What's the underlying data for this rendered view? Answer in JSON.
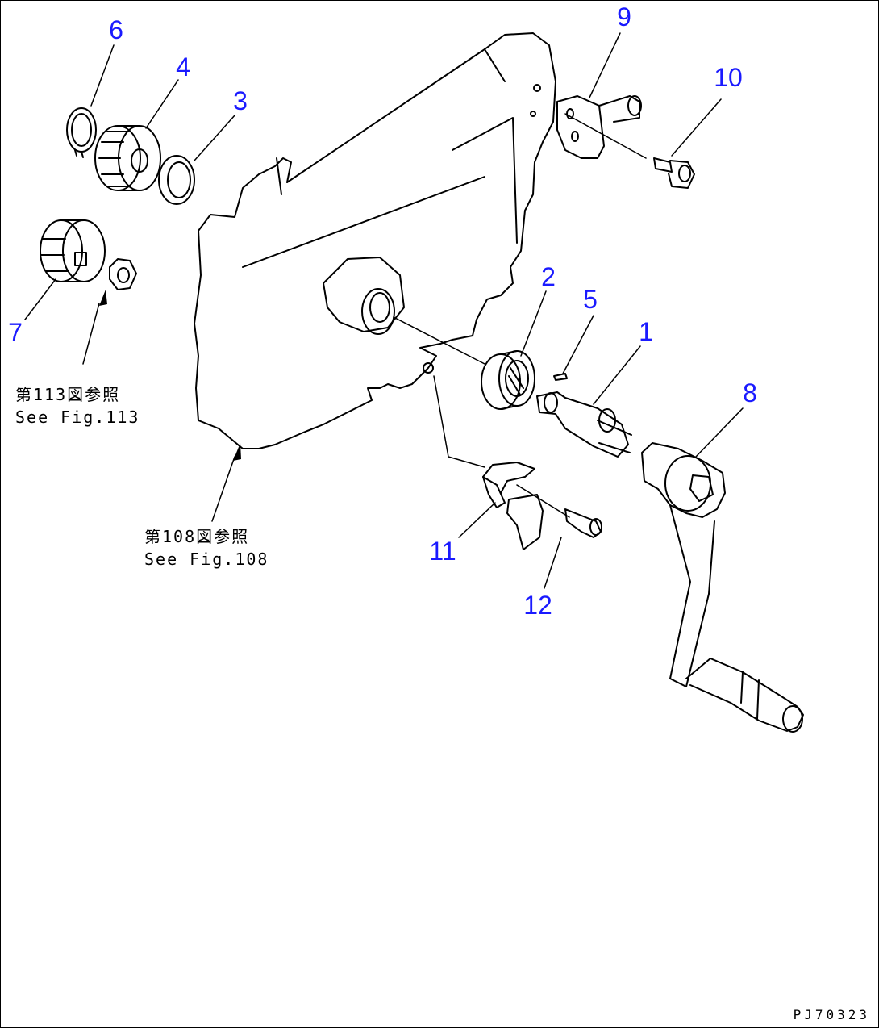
{
  "diagram": {
    "part_numbers": {
      "p1": "1",
      "p2": "2",
      "p3": "3",
      "p4": "4",
      "p5": "5",
      "p6": "6",
      "p7": "7",
      "p8": "8",
      "p9": "9",
      "p10": "10",
      "p11": "11",
      "p12": "12"
    },
    "references": {
      "fig113_jp": "第113図参照",
      "fig113_en": "See Fig.113",
      "fig108_jp": "第108図参照",
      "fig108_en": "See Fig.108"
    },
    "drawing_code": "PJ70323",
    "colors": {
      "callout": "#1a1aff",
      "line": "#000000",
      "background": "#ffffff"
    }
  }
}
